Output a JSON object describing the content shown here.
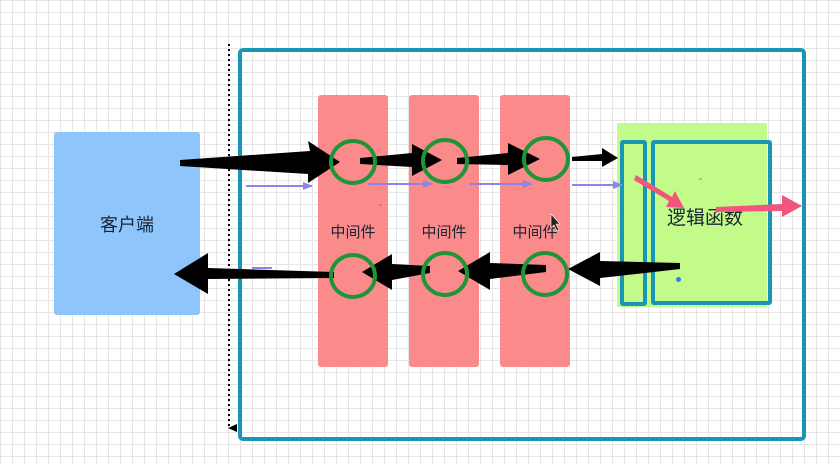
{
  "diagram": {
    "client_label": "客户端",
    "middleware_labels": [
      "中间件",
      "中间件",
      "中间件"
    ],
    "logic_label": "逻辑函数"
  },
  "colors": {
    "client_fill": "#8ec5fb",
    "middleware_fill": "#fb8a8a",
    "logic_fill": "#c2fb8a",
    "frame_stroke": "#1896b3",
    "circle_stroke": "#1e9638",
    "arrow_black": "#000000",
    "arrow_pink": "#f2567e",
    "arrow_purple": "#8a86e8"
  }
}
